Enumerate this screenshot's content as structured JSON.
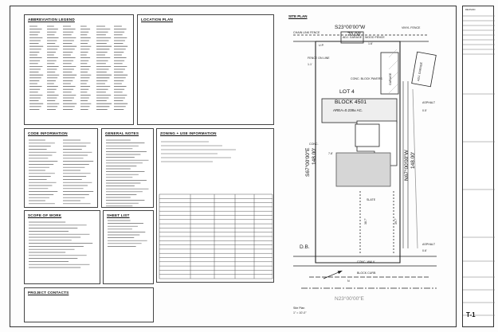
{
  "panels": {
    "abbrev": "ABBREVIATION LEGEND",
    "location": "LOCATION PLAN",
    "code": "CODE INFORMATION",
    "general": "GENERAL NOTES",
    "zoning": "ZONING + USE INFORMATION",
    "scope": "SCOPE OF WORK",
    "sheetlist": "SHEET LIST",
    "contacts": "PROJECT CONTACTS",
    "siteplan": "SITE PLAN"
  },
  "site": {
    "bearing_top": "S23°00'00\"W",
    "dist_top": "70.00'",
    "bearing_left": "S67°00'00\"E",
    "dist_left": "148.00'",
    "bearing_right": "N67°00'00\"W",
    "dist_right": "148.00'",
    "bearing_bottom": "N23°00'00\"E",
    "lot": "LOT 4",
    "block": "BLOCK 4501",
    "area": "AREA=0.238± AC.",
    "chain_link": "CHAIN LINK FENCE",
    "up": "U.P.",
    "adj_garage_left": "ADJ. GARAGE",
    "wood_fence": "WOOD FENCE",
    "vinyl_fence": "VINYL FENCE",
    "adj_garage_right": "ADJ. GARAGE",
    "garage": "GARAGE",
    "conc_pavers": "CONC. BLOCK PAVERS",
    "fence_on_line": "FENCE ON LINE",
    "asphalt_top": "ASPHALT",
    "asphalt_bottom": "ASPHALT",
    "conc": "CONC.",
    "conc_walk": "CONC. WALK",
    "block_curb": "BLOCK CURB",
    "slate": "SLATE",
    "dim_a": "38.7'",
    "dim_b": "39.7'",
    "dim_c": "7.8'",
    "dim_d": "0.5'",
    "dim_e": "0.6'",
    "dim_f": "1.1'",
    "dim_g": "1.6'",
    "db": "D.B.",
    "north_label": "N",
    "site_caption": "Site Plan",
    "scale_caption": "1\" = 10'-0\""
  },
  "titleblock": {
    "revision": "REVISION",
    "sheet": "T-1"
  }
}
